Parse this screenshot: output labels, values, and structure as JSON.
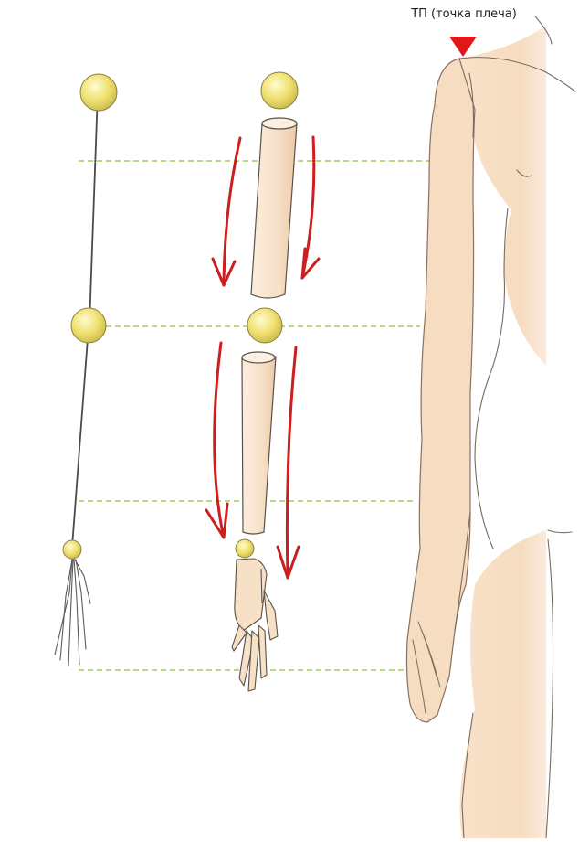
{
  "shoulder_label": "ТП (точка плеча)",
  "colors": {
    "background": "#ffffff",
    "guide_line": "#8fc43a",
    "arrow": "#cc1f1f",
    "marker": "#e01818",
    "joint": "#eee06a",
    "joint_stroke": "#8a8140",
    "skin": "#f7e3cc",
    "skin_shadow": "#efcfae",
    "pencil": "#4a4a4a"
  },
  "icons": {
    "shoulder_marker": "triangle-down",
    "motion_arrows": "curved-arrow-down"
  }
}
